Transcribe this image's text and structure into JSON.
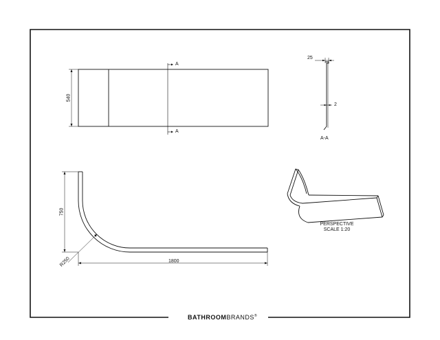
{
  "brand": {
    "bold": "BATHROOM",
    "light": "BRANDS",
    "mark": "®"
  },
  "top_view": {
    "height_dim": "540",
    "section_label_top": "A",
    "section_label_bottom": "A"
  },
  "section_view": {
    "thickness_top": "25",
    "thickness_mid": "2",
    "title": "A-A"
  },
  "plan_view": {
    "height_dim": "750",
    "width_dim": "1800",
    "radius_dim": "R250"
  },
  "perspective": {
    "line1": "PERSPECTIVE",
    "line2": "SCALE 1:20"
  },
  "colors": {
    "line": "#111111",
    "background": "#ffffff"
  }
}
